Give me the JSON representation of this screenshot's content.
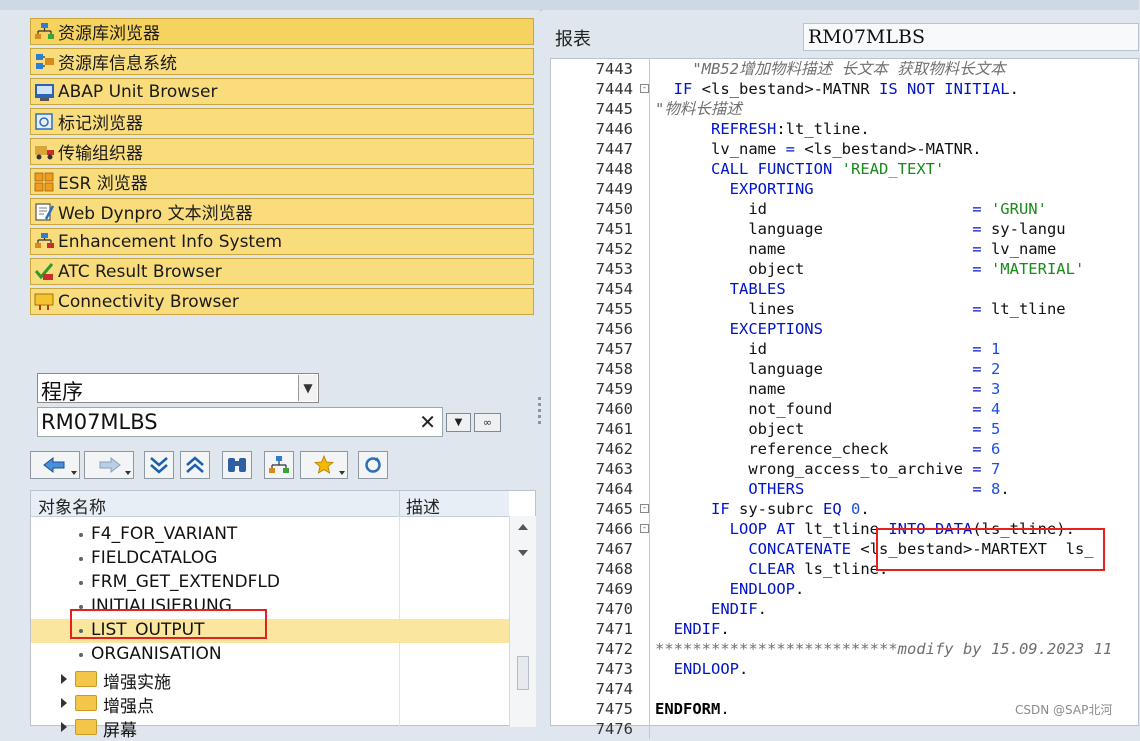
{
  "nav_buttons": [
    {
      "label": "资源库浏览器",
      "icon": "repository-browser-icon"
    },
    {
      "label": "资源库信息系统",
      "icon": "repository-info-system-icon"
    },
    {
      "label": "ABAP Unit Browser",
      "icon": "abap-unit-icon"
    },
    {
      "label": "标记浏览器",
      "icon": "tag-browser-icon"
    },
    {
      "label": "传输组织器",
      "icon": "transport-organizer-icon"
    },
    {
      "label": "ESR 浏览器",
      "icon": "esr-browser-icon"
    },
    {
      "label": "Web Dynpro 文本浏览器",
      "icon": "web-dynpro-text-icon"
    },
    {
      "label": "Enhancement Info System",
      "icon": "enhancement-info-icon"
    },
    {
      "label": "ATC Result Browser",
      "icon": "atc-result-icon"
    },
    {
      "label": "Connectivity Browser",
      "icon": "connectivity-browser-icon"
    }
  ],
  "object_type": {
    "selected": "程序"
  },
  "search": {
    "value": "RM07MLBS"
  },
  "toolbar": [
    "back-icon",
    "forward-icon",
    "expand-all-icon",
    "collapse-all-icon",
    "binoculars-icon",
    "hierarchy-icon",
    "favorites-star-icon",
    "refresh-icon"
  ],
  "tree": {
    "col_name": "对象名称",
    "col_desc": "描述",
    "items": [
      {
        "label": "F4_FOR_VARIANT",
        "kind": "leaf"
      },
      {
        "label": "FIELDCATALOG",
        "kind": "leaf"
      },
      {
        "label": "FRM_GET_EXTENDFLD",
        "kind": "leaf"
      },
      {
        "label": "INITIALISIERUNG",
        "kind": "leaf"
      },
      {
        "label": "LIST_OUTPUT",
        "kind": "leaf",
        "selected": true
      },
      {
        "label": "ORGANISATION",
        "kind": "leaf"
      },
      {
        "label": "增强实施",
        "kind": "folder"
      },
      {
        "label": "增强点",
        "kind": "folder"
      },
      {
        "label": "屏幕",
        "kind": "folder"
      }
    ]
  },
  "report": {
    "label": "报表",
    "name": "RM07MLBS"
  },
  "code": {
    "lines": [
      {
        "n": "7443",
        "fold": "",
        "seg": [
          {
            "t": "    ",
            "c": ""
          },
          {
            "t": "\"MB52增加物料描述 长文本 获取物料长文本",
            "c": "cmt"
          }
        ]
      },
      {
        "n": "7444",
        "fold": "-",
        "seg": [
          {
            "t": "  ",
            "c": ""
          },
          {
            "t": "IF",
            "c": "kw"
          },
          {
            "t": " <ls_bestand>-MATNR ",
            "c": ""
          },
          {
            "t": "IS NOT INITIAL",
            "c": "kw"
          },
          {
            "t": ".",
            "c": ""
          }
        ]
      },
      {
        "n": "7445",
        "fold": "",
        "seg": [
          {
            "t": "\"物料长描述",
            "c": "cmt"
          }
        ]
      },
      {
        "n": "7446",
        "fold": "",
        "seg": [
          {
            "t": "      ",
            "c": ""
          },
          {
            "t": "REFRESH",
            "c": "kw"
          },
          {
            "t": ":lt_tline.",
            "c": ""
          }
        ]
      },
      {
        "n": "7447",
        "fold": "",
        "seg": [
          {
            "t": "      lv_name ",
            "c": ""
          },
          {
            "t": "=",
            "c": "opr"
          },
          {
            "t": " <ls_bestand>-MATNR.",
            "c": ""
          }
        ]
      },
      {
        "n": "7448",
        "fold": "",
        "seg": [
          {
            "t": "      ",
            "c": ""
          },
          {
            "t": "CALL FUNCTION",
            "c": "kw"
          },
          {
            "t": " ",
            "c": ""
          },
          {
            "t": "'READ_TEXT'",
            "c": "str"
          }
        ]
      },
      {
        "n": "7449",
        "fold": "",
        "seg": [
          {
            "t": "        ",
            "c": ""
          },
          {
            "t": "EXPORTING",
            "c": "kw"
          }
        ]
      },
      {
        "n": "7450",
        "fold": "",
        "seg": [
          {
            "t": "          id                      ",
            "c": ""
          },
          {
            "t": "=",
            "c": "opr"
          },
          {
            "t": " ",
            "c": ""
          },
          {
            "t": "'GRUN'",
            "c": "str"
          }
        ]
      },
      {
        "n": "7451",
        "fold": "",
        "seg": [
          {
            "t": "          language                ",
            "c": ""
          },
          {
            "t": "=",
            "c": "opr"
          },
          {
            "t": " sy-langu",
            "c": ""
          }
        ]
      },
      {
        "n": "7452",
        "fold": "",
        "seg": [
          {
            "t": "          name                    ",
            "c": ""
          },
          {
            "t": "=",
            "c": "opr"
          },
          {
            "t": " lv_name",
            "c": ""
          }
        ]
      },
      {
        "n": "7453",
        "fold": "",
        "seg": [
          {
            "t": "          object                  ",
            "c": ""
          },
          {
            "t": "=",
            "c": "opr"
          },
          {
            "t": " ",
            "c": ""
          },
          {
            "t": "'MATERIAL'",
            "c": "str"
          }
        ]
      },
      {
        "n": "7454",
        "fold": "",
        "seg": [
          {
            "t": "        ",
            "c": ""
          },
          {
            "t": "TABLES",
            "c": "kw"
          }
        ]
      },
      {
        "n": "7455",
        "fold": "",
        "seg": [
          {
            "t": "          lines                   ",
            "c": ""
          },
          {
            "t": "=",
            "c": "opr"
          },
          {
            "t": " lt_tline",
            "c": ""
          }
        ]
      },
      {
        "n": "7456",
        "fold": "",
        "seg": [
          {
            "t": "        ",
            "c": ""
          },
          {
            "t": "EXCEPTIONS",
            "c": "kw"
          }
        ]
      },
      {
        "n": "7457",
        "fold": "",
        "seg": [
          {
            "t": "          id                      ",
            "c": ""
          },
          {
            "t": "=",
            "c": "opr"
          },
          {
            "t": " ",
            "c": ""
          },
          {
            "t": "1",
            "c": "num"
          }
        ]
      },
      {
        "n": "7458",
        "fold": "",
        "seg": [
          {
            "t": "          language                ",
            "c": ""
          },
          {
            "t": "=",
            "c": "opr"
          },
          {
            "t": " ",
            "c": ""
          },
          {
            "t": "2",
            "c": "num"
          }
        ]
      },
      {
        "n": "7459",
        "fold": "",
        "seg": [
          {
            "t": "          name                    ",
            "c": ""
          },
          {
            "t": "=",
            "c": "opr"
          },
          {
            "t": " ",
            "c": ""
          },
          {
            "t": "3",
            "c": "num"
          }
        ]
      },
      {
        "n": "7460",
        "fold": "",
        "seg": [
          {
            "t": "          not_found               ",
            "c": ""
          },
          {
            "t": "=",
            "c": "opr"
          },
          {
            "t": " ",
            "c": ""
          },
          {
            "t": "4",
            "c": "num"
          }
        ]
      },
      {
        "n": "7461",
        "fold": "",
        "seg": [
          {
            "t": "          object                  ",
            "c": ""
          },
          {
            "t": "=",
            "c": "opr"
          },
          {
            "t": " ",
            "c": ""
          },
          {
            "t": "5",
            "c": "num"
          }
        ]
      },
      {
        "n": "7462",
        "fold": "",
        "seg": [
          {
            "t": "          reference_check         ",
            "c": ""
          },
          {
            "t": "=",
            "c": "opr"
          },
          {
            "t": " ",
            "c": ""
          },
          {
            "t": "6",
            "c": "num"
          }
        ]
      },
      {
        "n": "7463",
        "fold": "",
        "seg": [
          {
            "t": "          wrong_access_to_archive ",
            "c": ""
          },
          {
            "t": "=",
            "c": "opr"
          },
          {
            "t": " ",
            "c": ""
          },
          {
            "t": "7",
            "c": "num"
          }
        ]
      },
      {
        "n": "7464",
        "fold": "",
        "seg": [
          {
            "t": "          ",
            "c": ""
          },
          {
            "t": "OTHERS",
            "c": "kw"
          },
          {
            "t": "                  ",
            "c": ""
          },
          {
            "t": "=",
            "c": "opr"
          },
          {
            "t": " ",
            "c": ""
          },
          {
            "t": "8",
            "c": "num"
          },
          {
            "t": ".",
            "c": ""
          }
        ]
      },
      {
        "n": "7465",
        "fold": "-",
        "seg": [
          {
            "t": "      ",
            "c": ""
          },
          {
            "t": "IF",
            "c": "kw"
          },
          {
            "t": " sy-subrc ",
            "c": ""
          },
          {
            "t": "EQ",
            "c": "kw"
          },
          {
            "t": " ",
            "c": ""
          },
          {
            "t": "0",
            "c": "num"
          },
          {
            "t": ".",
            "c": ""
          }
        ]
      },
      {
        "n": "7466",
        "fold": "-",
        "seg": [
          {
            "t": "        ",
            "c": ""
          },
          {
            "t": "LOOP AT",
            "c": "kw"
          },
          {
            "t": " lt_tline ",
            "c": ""
          },
          {
            "t": "INTO DATA",
            "c": "kw"
          },
          {
            "t": "(ls_tline).",
            "c": ""
          }
        ]
      },
      {
        "n": "7467",
        "fold": "",
        "seg": [
          {
            "t": "          ",
            "c": ""
          },
          {
            "t": "CONCATENATE",
            "c": "kw"
          },
          {
            "t": " <ls_bestand>-MARTEXT  ls_",
            "c": ""
          }
        ]
      },
      {
        "n": "7468",
        "fold": "",
        "seg": [
          {
            "t": "          ",
            "c": ""
          },
          {
            "t": "CLEAR",
            "c": "kw"
          },
          {
            "t": " ls_tline.",
            "c": ""
          }
        ]
      },
      {
        "n": "7469",
        "fold": "",
        "seg": [
          {
            "t": "        ",
            "c": ""
          },
          {
            "t": "ENDLOOP",
            "c": "kw"
          },
          {
            "t": ".",
            "c": ""
          }
        ]
      },
      {
        "n": "7470",
        "fold": "",
        "seg": [
          {
            "t": "      ",
            "c": ""
          },
          {
            "t": "ENDIF",
            "c": "kw"
          },
          {
            "t": ".",
            "c": ""
          }
        ]
      },
      {
        "n": "7471",
        "fold": "",
        "seg": [
          {
            "t": "  ",
            "c": ""
          },
          {
            "t": "ENDIF",
            "c": "kw"
          },
          {
            "t": ".",
            "c": ""
          }
        ]
      },
      {
        "n": "7472",
        "fold": "",
        "seg": [
          {
            "t": "**************************modify by 15.09.2023 11",
            "c": "cmt"
          }
        ]
      },
      {
        "n": "7473",
        "fold": "",
        "seg": [
          {
            "t": "  ",
            "c": ""
          },
          {
            "t": "ENDLOOP",
            "c": "kw"
          },
          {
            "t": ".",
            "c": ""
          }
        ]
      },
      {
        "n": "7474",
        "fold": "",
        "seg": [
          {
            "t": "",
            "c": ""
          }
        ]
      },
      {
        "n": "7475",
        "fold": "",
        "seg": [
          {
            "t": "ENDFORM",
            "c": "bold"
          },
          {
            "t": ".",
            "c": ""
          }
        ]
      },
      {
        "n": "7476",
        "fold": "",
        "seg": [
          {
            "t": "",
            "c": ""
          }
        ]
      }
    ]
  },
  "watermark": "CSDN @SAP北河"
}
